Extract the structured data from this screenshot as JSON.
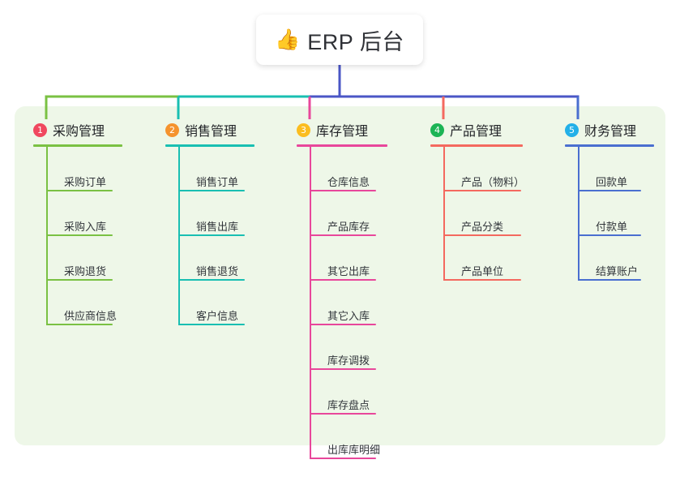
{
  "root": {
    "icon": "thumbs-up-emoji",
    "emoji": "👍",
    "title": "ERP 后台"
  },
  "theme": {
    "page_background": "#ffffff",
    "panel_background": "#eef7e8",
    "root_background": "#ffffff",
    "root_text": "#2f3136",
    "trunk_color": "#4a56c6",
    "column_title_text": "#222428",
    "item_text": "#32363b"
  },
  "columns": [
    {
      "number": "1",
      "title": "采购管理",
      "badge_color": "#f0485f",
      "line_color": "#7ac143",
      "items": [
        "采购订单",
        "采购入库",
        "采购退货",
        "供应商信息"
      ]
    },
    {
      "number": "2",
      "title": "销售管理",
      "badge_color": "#f5932e",
      "line_color": "#19bfb2",
      "items": [
        "销售订单",
        "销售出库",
        "销售退货",
        "客户信息"
      ]
    },
    {
      "number": "3",
      "title": "库存管理",
      "badge_color": "#fbbd1f",
      "line_color": "#e8479b",
      "items": [
        "仓库信息",
        "产品库存",
        "其它出库",
        "其它入库",
        "库存调拨",
        "库存盘点",
        "出库库明细"
      ]
    },
    {
      "number": "4",
      "title": "产品管理",
      "badge_color": "#1cb455",
      "line_color": "#f4695f",
      "items": [
        "产品（物料）",
        "产品分类",
        "产品单位"
      ]
    },
    {
      "number": "5",
      "title": "财务管理",
      "badge_color": "#22b0e8",
      "line_color": "#4a6fd0",
      "items": [
        "回款单",
        "付款单",
        "结算账户"
      ]
    }
  ]
}
